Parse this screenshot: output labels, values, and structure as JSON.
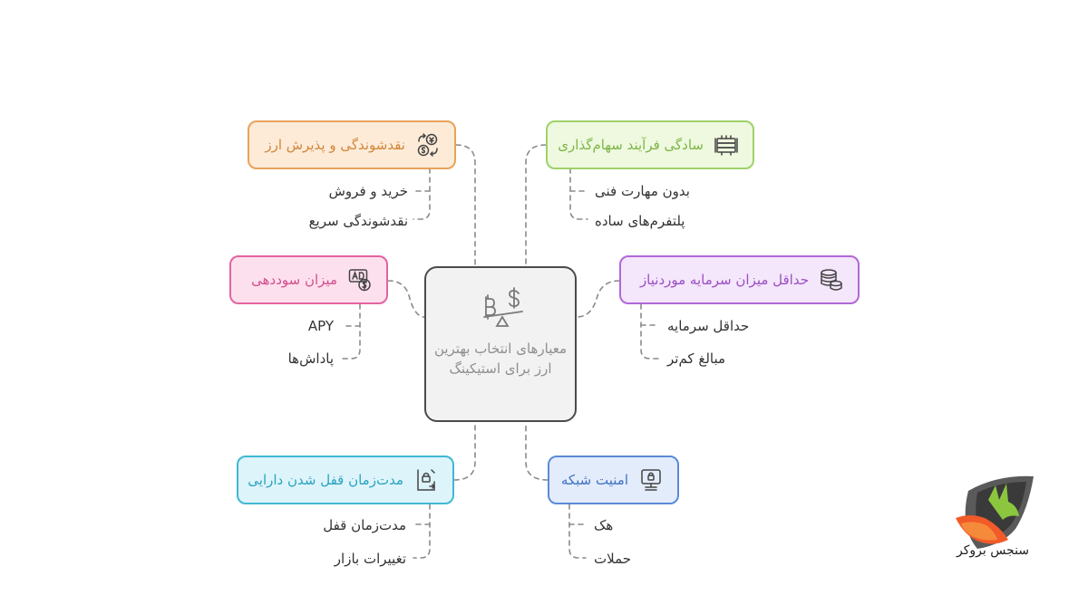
{
  "center": {
    "title": "معیارهای انتخاب بهترین ارز برای استیکینگ"
  },
  "topics": [
    {
      "title": "نقدشوندگی و پذیرش ارز",
      "icon": "currency-exchange-icon",
      "color": "#e8a35a",
      "bg": "#fdebd8",
      "items": [
        "خرید و فروش",
        "نقدشوندگی سریع"
      ]
    },
    {
      "title": "میزان سوددهی",
      "icon": "ad-dollar-icon",
      "color": "#e463a0",
      "bg": "#fde0ee",
      "items": [
        "APY",
        "پاداش‌ها"
      ]
    },
    {
      "title": "مدت‌زمان قفل شدن دارایی",
      "icon": "lock-document-icon",
      "color": "#3fb8d2",
      "bg": "#ddf4fa",
      "items": [
        "مدت‌زمان قفل",
        "تغییرات بازار"
      ]
    },
    {
      "title": "سادگی فرآیند سهام‌گذاری",
      "icon": "server-stack-icon",
      "color": "#9fd16a",
      "bg": "#eef9df",
      "items": [
        "بدون مهارت فنی",
        "پلتفرم‌های ساده"
      ]
    },
    {
      "title": "حداقل میزان سرمایه موردنیاز",
      "icon": "coin-stack-icon",
      "color": "#b168d8",
      "bg": "#f4e6fb",
      "items": [
        "حداقل سرمایه",
        "مبالغ کم‌تر"
      ]
    },
    {
      "title": "امنیت شبکه",
      "icon": "secure-computer-icon",
      "color": "#5a8ad8",
      "bg": "#e3ecfb",
      "items": [
        "هک",
        "حملات"
      ]
    }
  ],
  "logo": {
    "text": "سنجس بروکر",
    "icon": "fox-logo-icon"
  }
}
